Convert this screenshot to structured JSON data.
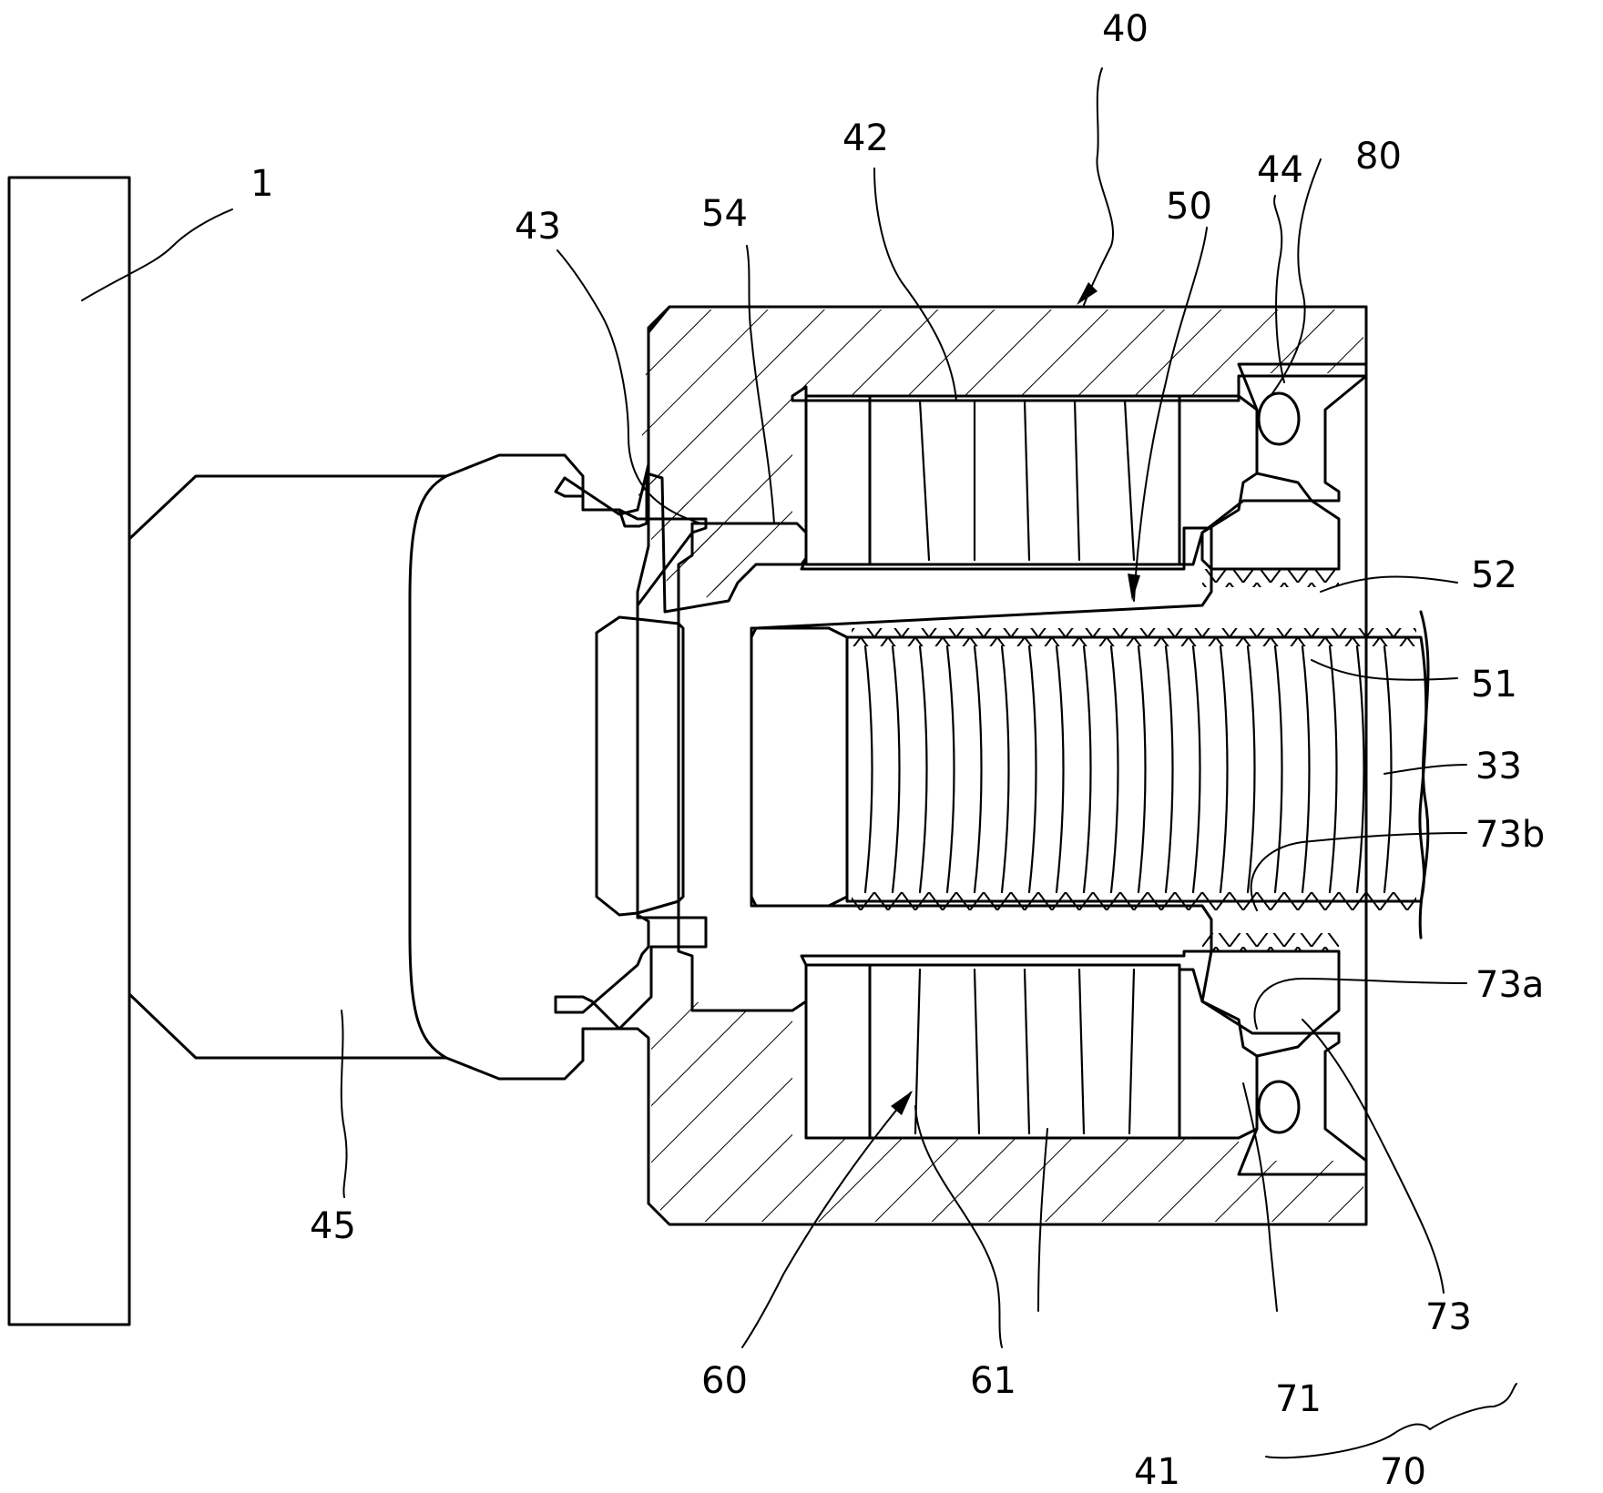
{
  "figure": {
    "labels": {
      "plate": "1",
      "assembly": "40",
      "housing": "41",
      "coil_chamber": "42",
      "rim": "43",
      "ring_seat": "44",
      "shaft_boss": "45",
      "sleeve": "50",
      "inner_thread": "51",
      "outer_thread": "52",
      "sleeve_flange": "54",
      "spring_stack": "60",
      "spring_disc": "61",
      "retainer_group": "70",
      "retainer": "71",
      "nut": "73",
      "nut_face": "73a",
      "nut_thread": "73b",
      "seal_ring": "80",
      "spindle": "33"
    }
  }
}
